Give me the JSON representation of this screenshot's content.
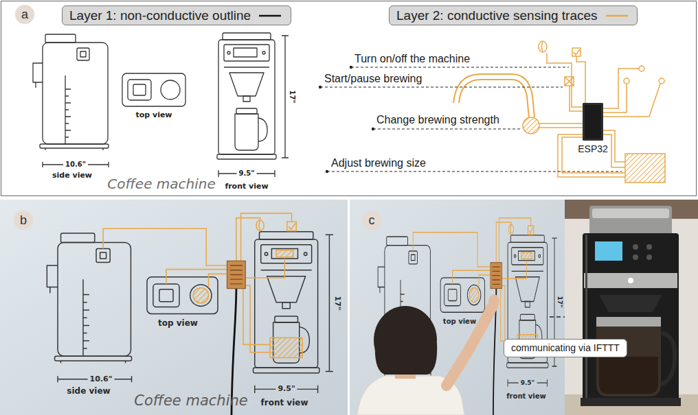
{
  "diagram": {
    "nodes": [
      {
        "text": [
          "a"
        ]
      },
      {
        "text": [
          "ESP32"
        ]
      },
      {
        "text": [
          "b"
        ]
      },
      {
        "text": [
          "c"
        ]
      },
      {
        "text": [
          "communicating via IFTTT"
        ]
      }
    ],
    "labels": [
      "top view",
      "10.6\"",
      "side view",
      "Coffee machine",
      "front view",
      "9.5\"",
      "17\"",
      "Turn on/off the machine",
      "Start/pause brewing",
      "Change brewing strength",
      "Adjust brewing size",
      "top view",
      "10.6\"",
      "side view",
      "Coffee machine",
      "front view",
      "9.5\"",
      "17\"",
      "top view",
      "9.5\"",
      "front view",
      "17\""
    ],
    "legend": [
      {
        "text": "Layer 1: non-conductive outline"
      },
      {
        "text": "Layer 2: conductive sensing traces"
      }
    ]
  }
}
